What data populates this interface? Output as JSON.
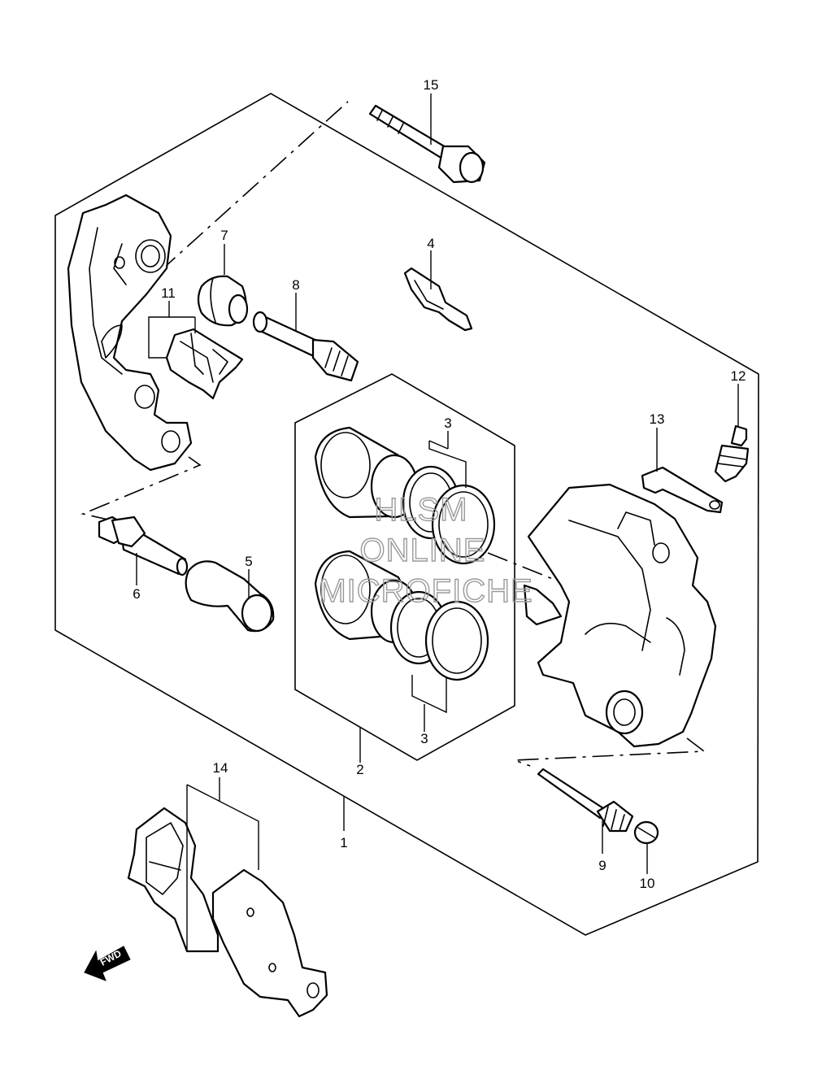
{
  "callouts": {
    "c1": "1",
    "c2": "2",
    "c3a": "3",
    "c3b": "3",
    "c4": "4",
    "c5": "5",
    "c6": "6",
    "c7": "7",
    "c8": "8",
    "c9": "9",
    "c10": "10",
    "c11": "11",
    "c12": "12",
    "c13": "13",
    "c14": "14",
    "c15": "15"
  },
  "watermark": {
    "line1": "HLSM",
    "line2": "ONLINE",
    "line3": "MICROFICHE"
  },
  "direction_arrow": "FWD"
}
